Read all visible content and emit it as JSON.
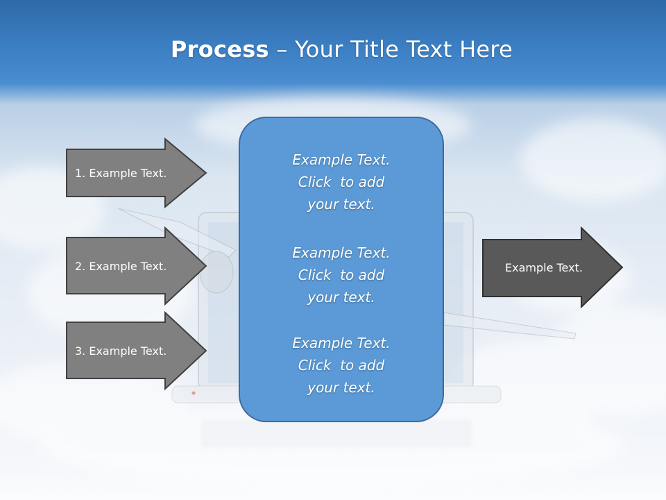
{
  "title": {
    "bold": "Process",
    "rest": " – Your Title Text Here"
  },
  "colors": {
    "accent": "#5b9ad6",
    "accent_border": "#3b6a9e",
    "arrow_light": "#808080",
    "arrow_dark": "#595959"
  },
  "left_arrows": [
    {
      "label": "1. Example Text."
    },
    {
      "label": "2. Example Text."
    },
    {
      "label": "3. Example Text."
    }
  ],
  "center_blocks": [
    {
      "lines": [
        "Example Text.",
        "Click  to add",
        "your text."
      ]
    },
    {
      "lines": [
        "Example Text.",
        "Click  to add",
        "your text."
      ]
    },
    {
      "lines": [
        "Example Text.",
        "Click  to add",
        "your text."
      ]
    }
  ],
  "right_arrow": {
    "label": "Example Text."
  }
}
